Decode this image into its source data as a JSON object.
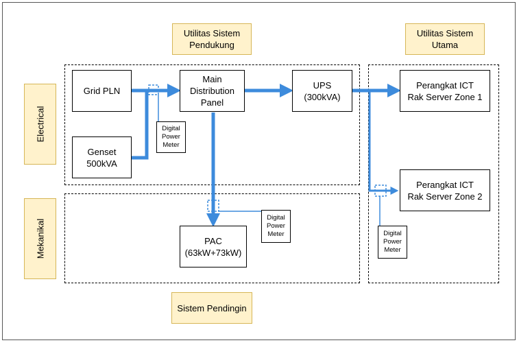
{
  "headers": {
    "pendukung": "Utilitas Sistem\nPendukung",
    "utama": "Utilitas Sistem\nUtama",
    "pendingin": "Sistem Pendingin"
  },
  "side_labels": {
    "electrical": "Electrical",
    "mekanikal": "Mekanikal"
  },
  "nodes": {
    "grid_pln": "Grid PLN",
    "genset": "Genset\n500kVA",
    "mdp": "Main\nDistribution\nPanel",
    "ups": "UPS\n(300kVA)",
    "ict_zone1": "Perangkat ICT\nRak Server Zone 1",
    "ict_zone2": "Perangkat ICT\nRak Server Zone 2",
    "pac": "PAC\n(63kW+73kW)"
  },
  "meters": {
    "m1": "Digital\nPower\nMeter",
    "m2": "Digital\nPower\nMeter",
    "m3": "Digital\nPower\nMeter"
  },
  "colors": {
    "flow": "#3d8bdc",
    "label_fill": "#fff2cc",
    "label_border": "#d6b656"
  }
}
